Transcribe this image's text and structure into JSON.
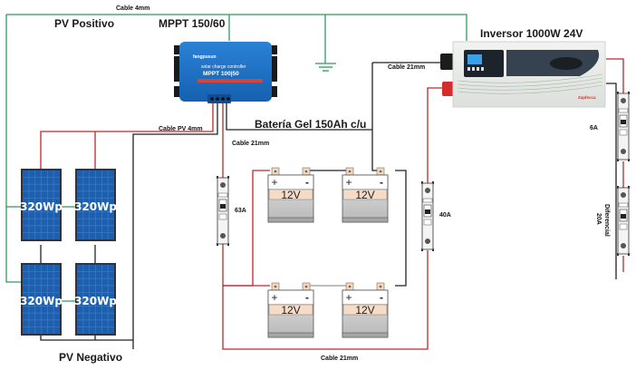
{
  "title": "Esquema instalación solar",
  "labels": {
    "cable_top": "Cable 4mm",
    "pv_positive": "PV Positivo",
    "pv_negative": "PV Negativo",
    "mppt_title": "MPPT 150/60",
    "inverter_title": "Inversor 1000W 24V",
    "battery_title": "Batería Gel 150Ah c/u",
    "cable_pv": "Cable PV 4mm",
    "cable_mppt_batt": "Cable 21mm",
    "cable_inverter": "Cable 21mm",
    "cable_bottom": "Cable 21mm"
  },
  "mppt": {
    "brand": "fangpusun",
    "subtitle": "solar charge controller",
    "model": "MPPT 100|50",
    "color": "#1e6fc0"
  },
  "inverter": {
    "brand": "Zapfecca",
    "color": "#e8ebe8"
  },
  "panels": [
    {
      "label": "320Wp"
    },
    {
      "label": "320Wp"
    },
    {
      "label": "320Wp"
    },
    {
      "label": "320Wp"
    }
  ],
  "batteries": [
    {
      "voltage": "12V",
      "plus": "+",
      "minus": "-"
    },
    {
      "voltage": "12V",
      "plus": "+",
      "minus": "-"
    },
    {
      "voltage": "12V",
      "plus": "+",
      "minus": "-"
    },
    {
      "voltage": "12V",
      "plus": "+",
      "minus": "-"
    }
  ],
  "breakers": [
    {
      "label": "63A"
    },
    {
      "label": "40A"
    },
    {
      "label": "6A"
    },
    {
      "label": "Diferencial 20A",
      "line1": "Diferencial",
      "line2": "20A"
    }
  ],
  "colors": {
    "ground_wire": "#2e9a5e",
    "positive_wire": "#c0262d",
    "negative_wire": "#222222",
    "panel_blue": "#1d5fae",
    "panel_frame": "#2b3440",
    "battery_label_bg": "#f6dcc6"
  }
}
